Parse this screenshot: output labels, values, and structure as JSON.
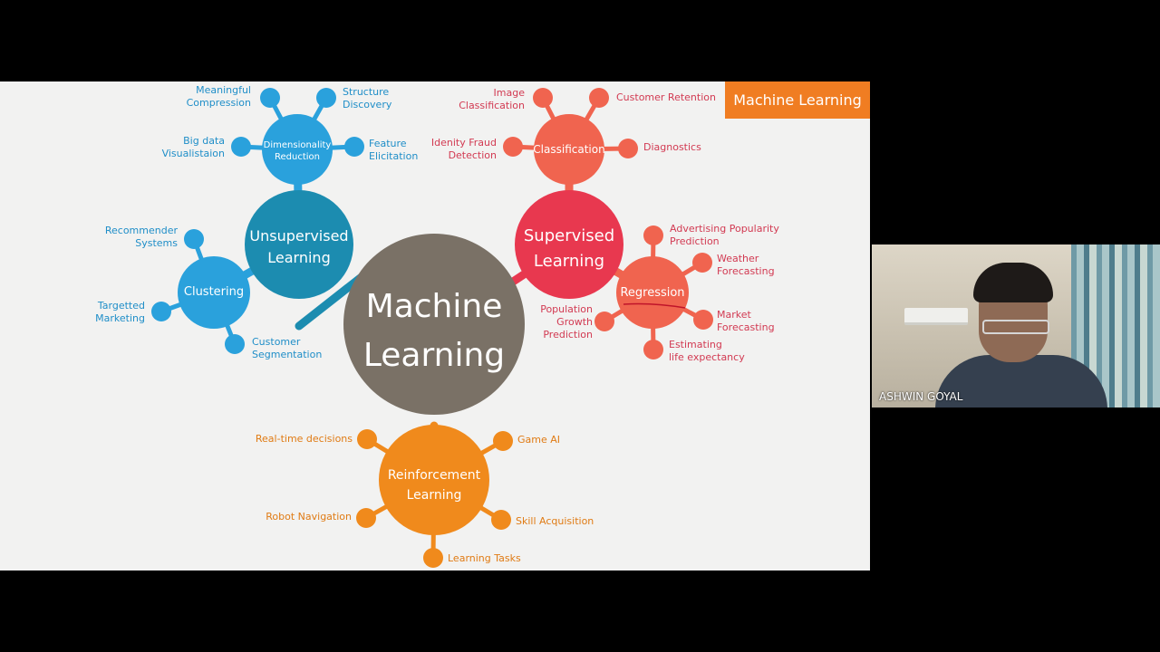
{
  "slide": {
    "tag_label": "Machine Learning",
    "center": {
      "label_line1": "Machine",
      "label_line2": "Learning"
    },
    "unsupervised": {
      "label_line1": "Unsupervised",
      "label_line2": "Learning",
      "dimensionality": {
        "label_line1": "Dimensionality",
        "label_line2": "Reduction",
        "items": [
          "Meaningful\nCompression",
          "Structure\nDiscovery",
          "Big data\nVisualistaion",
          "Feature\nElicitation"
        ]
      },
      "clustering": {
        "label": "Clustering",
        "items": [
          "Recommender\nSystems",
          "Targetted\nMarketing",
          "Customer\nSegmentation"
        ]
      }
    },
    "supervised": {
      "label_line1": "Supervised",
      "label_line2": "Learning",
      "classification": {
        "label": "Classification",
        "items": [
          "Image\nClassification",
          "Customer Retention",
          "Idenity Fraud\nDetection",
          "Diagnostics"
        ]
      },
      "regression": {
        "label": "Regression",
        "items": [
          "Advertising Popularity\nPrediction",
          "Weather\nForecasting",
          "Market\nForecasting",
          "Estimating\nlife expectancy",
          "Population\nGrowth\nPrediction"
        ]
      }
    },
    "reinforcement": {
      "label_line1": "Reinforcement",
      "label_line2": "Learning",
      "items": [
        "Real-time decisions",
        "Game AI",
        "Robot Navigation",
        "Skill Acquisition",
        "Learning Tasks"
      ]
    }
  },
  "video": {
    "participant_name": "ASHWIN GOYAL"
  },
  "colors": {
    "background": "#000000",
    "slide_bg": "#f2f2f1",
    "center": "#7a7166",
    "unsupervised_dark": "#1c8cb0",
    "unsupervised_light": "#2aa1dc",
    "supervised_dark": "#e8384f",
    "supervised_light": "#f0644f",
    "reinforcement": "#f08a1c",
    "tag": "#f07d22"
  }
}
